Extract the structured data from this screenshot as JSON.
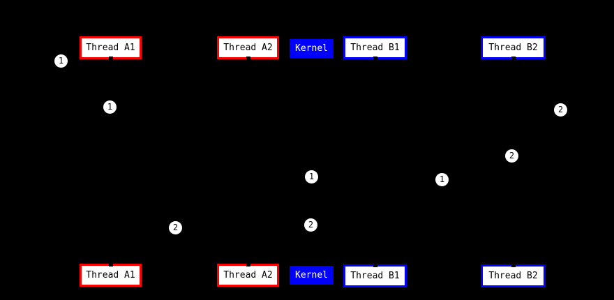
{
  "diagram": {
    "description": "Thread / kernel sequence diagram on black background",
    "colors": {
      "background": "#000000",
      "thread_a_border": "#ff0000",
      "thread_b_border": "#0000ff",
      "kernel_fill": "#0000ff",
      "box_fill": "#ffffff",
      "box_text": "#000000",
      "kernel_text": "#ffffff",
      "marker_fill": "#ffffff",
      "marker_text": "#000000"
    },
    "top_row": {
      "thread_a1": {
        "label": "Thread A1"
      },
      "thread_a2": {
        "label": "Thread A2"
      },
      "kernel": {
        "label": "Kernel"
      },
      "thread_b1": {
        "label": "Thread B1"
      },
      "thread_b2": {
        "label": "Thread B2"
      }
    },
    "bottom_row": {
      "thread_a1": {
        "label": "Thread A1"
      },
      "thread_a2": {
        "label": "Thread A2"
      },
      "kernel": {
        "label": "Kernel"
      },
      "thread_b1": {
        "label": "Thread B1"
      },
      "thread_b2": {
        "label": "Thread B2"
      }
    },
    "markers": {
      "m1": {
        "label": "1"
      },
      "m2": {
        "label": "1"
      },
      "m3": {
        "label": "2"
      },
      "m4": {
        "label": "2"
      },
      "m5": {
        "label": "1"
      },
      "m6": {
        "label": "1"
      },
      "m7": {
        "label": "2"
      },
      "m8": {
        "label": "2"
      }
    }
  }
}
